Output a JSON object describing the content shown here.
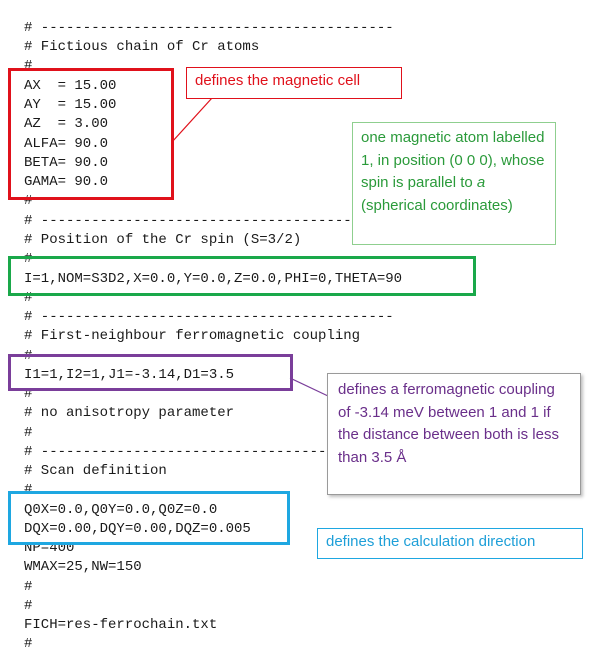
{
  "code_lines": [
    "# ------------------------------------------",
    "# Fictious chain of Cr atoms",
    "#",
    "AX  = 15.00",
    "AY  = 15.00",
    "AZ  = 3.00",
    "ALFA= 90.0",
    "BETA= 90.0",
    "GAMA= 90.0",
    "#",
    "# ------------------------------------------",
    "# Position of the Cr spin (S=3/2)",
    "#",
    "I=1,NOM=S3D2,X=0.0,Y=0.0,Z=0.0,PHI=0,THETA=90",
    "#",
    "# ------------------------------------------",
    "# First-neighbour ferromagnetic coupling",
    "#",
    "I1=1,I2=1,J1=-3.14,D1=3.5",
    "#",
    "# no anisotropy parameter",
    "#",
    "# ------------------------------------------",
    "# Scan definition",
    "#",
    "Q0X=0.0,Q0Y=0.0,Q0Z=0.0",
    "DQX=0.00,DQY=0.00,DQZ=0.005",
    "NP=400",
    "WMAX=25,NW=150",
    "#",
    "#",
    "FICH=res-ferrochain.txt",
    "#"
  ],
  "annotations": {
    "cell": "defines the magnetic cell",
    "atom_a": "one magnetic atom labelled 1, in position (0 0 0), whose spin is parallel to ",
    "atom_italic": "a",
    "atom_b": " (spherical coordinates)",
    "coupling": "defines a ferromagnetic coupling of -3.14 meV between 1 and 1 if the distance between both is less than 3.5 Å",
    "direction": "defines the calculation direction"
  },
  "colors": {
    "red": "#e0111b",
    "green": "#1aa84a",
    "purple": "#7a3e9a",
    "blue": "#1ea7e1"
  }
}
